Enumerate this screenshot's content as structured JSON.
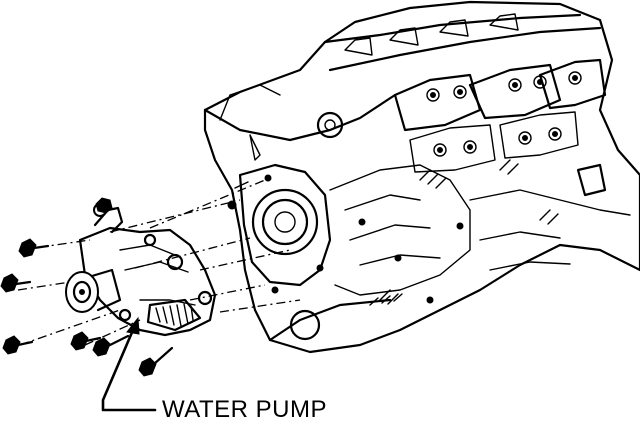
{
  "diagram": {
    "callout_label": "WATER PUMP",
    "parts": [
      "engine-block",
      "water-pump",
      "mounting-bolts",
      "gasket-outline",
      "pulley-hub"
    ]
  }
}
